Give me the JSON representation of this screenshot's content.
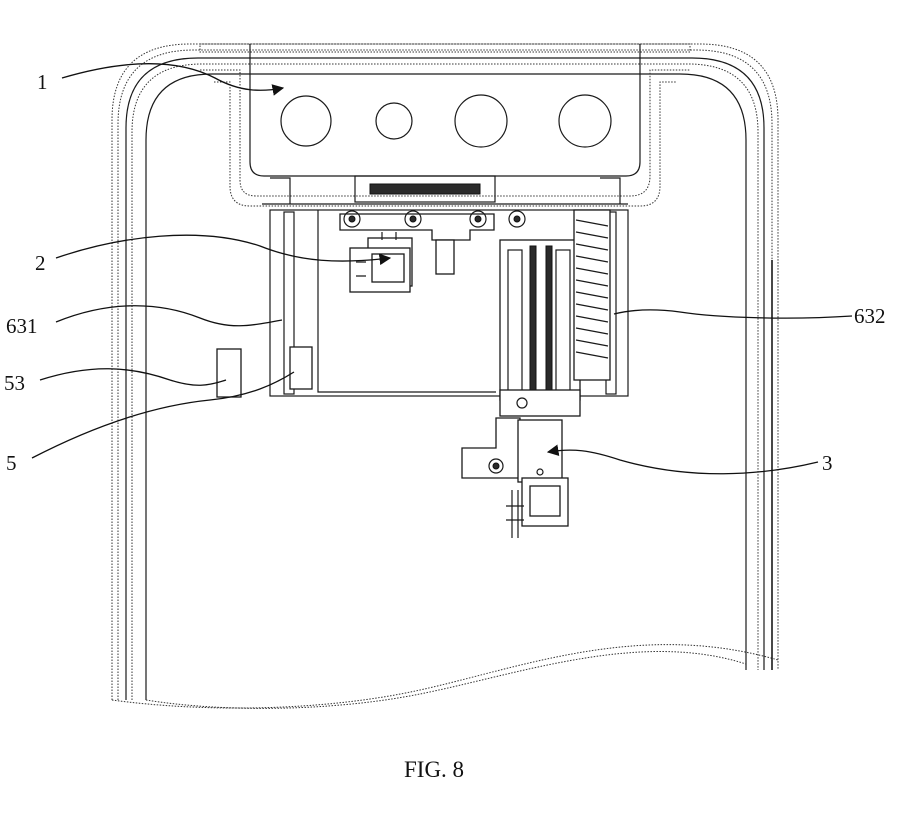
{
  "figure": {
    "caption": "FIG. 8",
    "labels": {
      "l1": "1",
      "l2": "2",
      "l3": "3",
      "l5": "5",
      "l53": "53",
      "l631": "631",
      "l632": "632"
    }
  }
}
